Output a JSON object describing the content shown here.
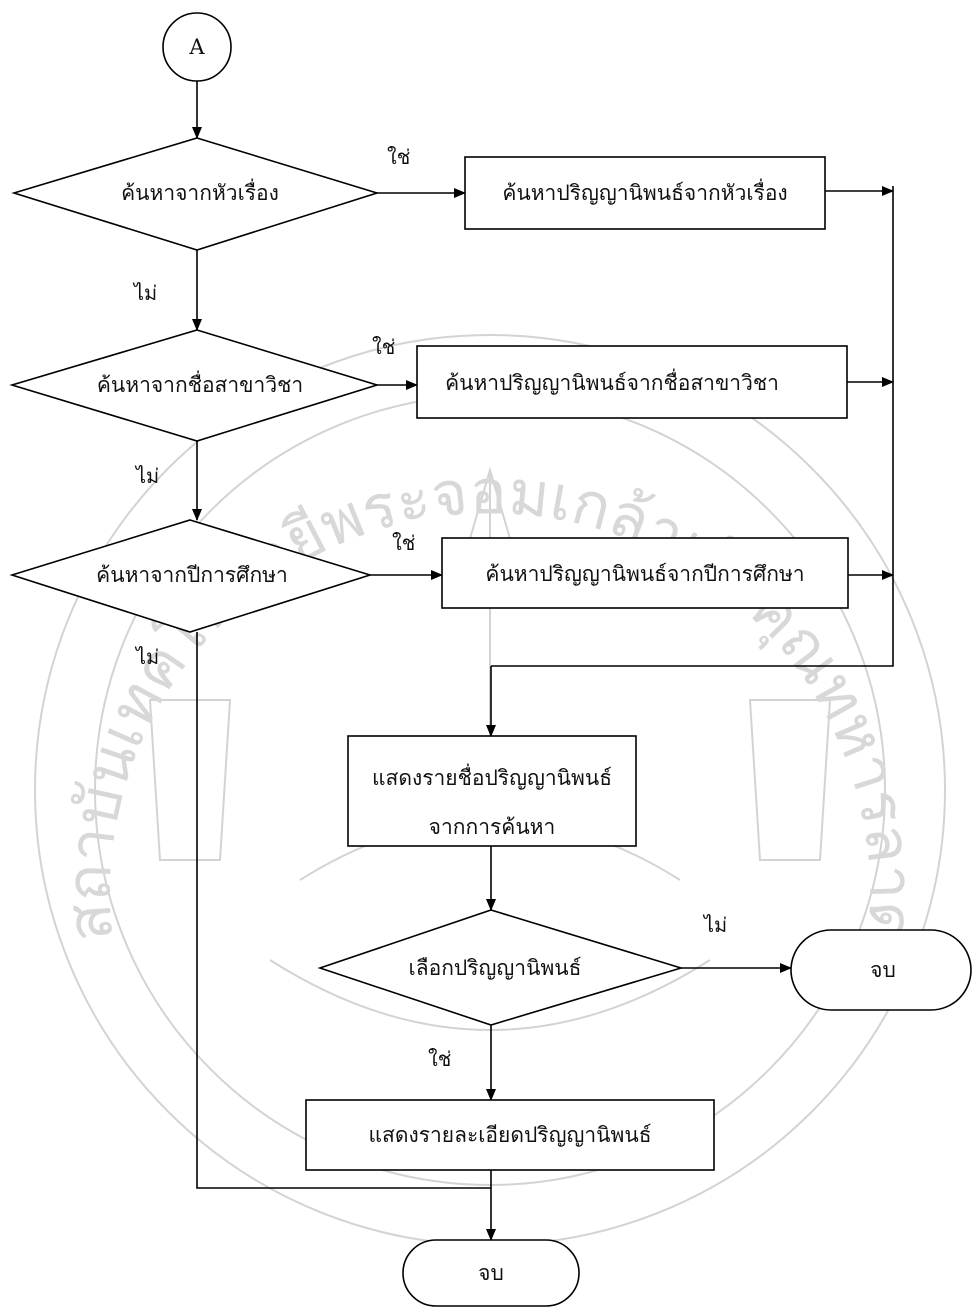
{
  "diagram": {
    "connector_start": "A",
    "decisions": {
      "by_title": "ค้นหาจากหัวเรื่อง",
      "by_major": "ค้นหาจากชื่อสาขาวิชา",
      "by_year": "ค้นหาจากปีการศึกษา",
      "select_thesis": "เลือกปริญญานิพนธ์"
    },
    "processes": {
      "search_title": "ค้นหาปริญญานิพนธ์จากหัวเรื่อง",
      "search_major": "ค้นหาปริญญานิพนธ์จากชื่อสาขาวิชา",
      "search_year": "ค้นหาปริญญานิพนธ์จากปีการศึกษา",
      "show_list_line1": "แสดงรายชื่อปริญญานิพนธ์",
      "show_list_line2": "จากการค้นหา",
      "show_detail": "แสดงรายละเอียดปริญญานิพนธ์"
    },
    "terminals": {
      "end_right": "จบ",
      "end_bottom": "จบ"
    },
    "labels": {
      "yes_title": "ใช่",
      "no_title": "ไม่",
      "yes_major": "ใช่",
      "no_major": "ไม่",
      "yes_year": "ใช่",
      "no_year": "ไม่",
      "no_select": "ไม่",
      "yes_select": "ใช่"
    }
  },
  "watermark": {
    "text": "สถาบันเทคโนโลยีพระจอมเกล้าเจ้าคุณทหารลาดกระบัง",
    "color": "#cfcfcf"
  }
}
